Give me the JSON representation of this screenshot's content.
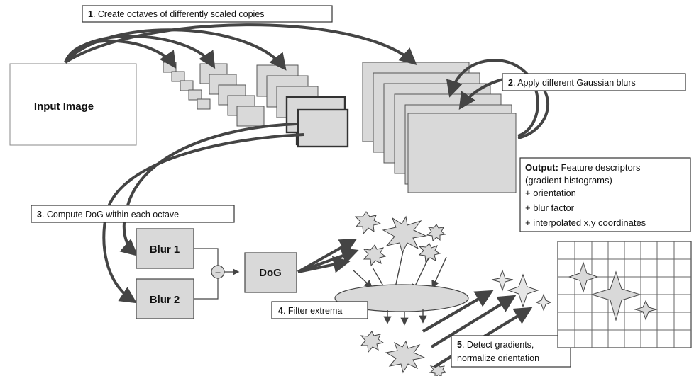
{
  "input_image_label": "Input Image",
  "steps": {
    "s1": {
      "num": "1",
      "text": ". Create octaves of differently scaled copies"
    },
    "s2": {
      "num": "2",
      "text": ". Apply different Gaussian blurs"
    },
    "s3": {
      "num": "3",
      "text": ". Compute DoG within each octave"
    },
    "s4": {
      "num": "4",
      "text": ". Filter extrema"
    },
    "s5": {
      "num": "5",
      "line1": ". Detect gradients,",
      "line2": "normalize orientation"
    }
  },
  "blocks": {
    "blur1": "Blur 1",
    "blur2": "Blur 2",
    "dog": "DoG",
    "minus_symbol": "–"
  },
  "output": {
    "heading": "Output:",
    "line1_rest": " Feature descriptors",
    "line2": "(gradient histograms)",
    "line3": "+ orientation",
    "line4": "+ blur factor",
    "line5": "+ interpolated x,y coordinates"
  },
  "colors": {
    "box_fill": "#d9d9d9",
    "stroke": "#444444",
    "arrow": "#444444",
    "background": "#ffffff"
  }
}
